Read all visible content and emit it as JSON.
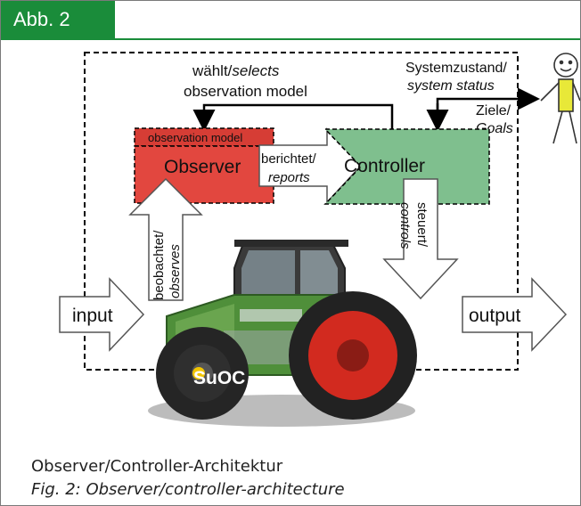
{
  "badge": "Abb. 2",
  "labels": {
    "selects_de": "wählt/",
    "selects_en": "selects",
    "selects_rest": "observation model",
    "status_de": "Systemzustand/",
    "status_en": "system status",
    "goals_de": "Ziele/",
    "goals_en": "Goals",
    "obs_model": "observation model",
    "observer": "Observer",
    "controller": "Controller",
    "reports_de": "berichtet/",
    "reports_en": "reports",
    "observes_de": "beobachtet/",
    "observes_en": "observes",
    "controls_de": "steuert/",
    "controls_en": "controls",
    "input": "input",
    "output": "output",
    "suoc": "SuOC"
  },
  "caption": {
    "de": "Observer/Controller-Architektur",
    "en": "Fig. 2: Observer/controller-architecture"
  },
  "colors": {
    "brand_green": "#1a8c3a",
    "observer": "#e2473f",
    "controller": "#7fbf8e",
    "tractor_body": "#4f8f3a",
    "tire_rim": "#d22a1f"
  }
}
